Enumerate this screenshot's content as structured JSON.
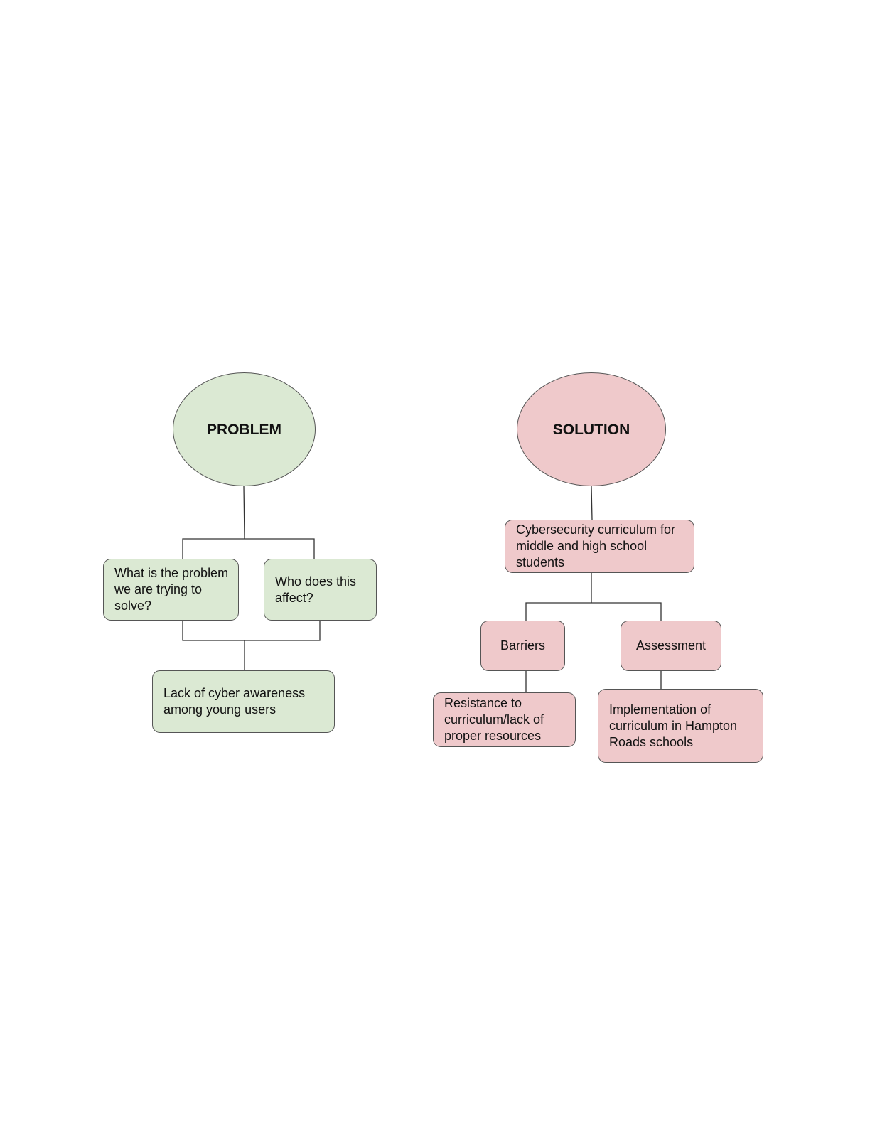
{
  "colors": {
    "problem_fill": "#dbe9d3",
    "solution_fill": "#efc9cb",
    "outline": "#555555",
    "connector": "#333333"
  },
  "problem": {
    "title": "PROBLEM",
    "question_1": "What is the problem we are trying to solve?",
    "question_2": "Who does this affect?",
    "answer": "Lack of cyber awareness among young users"
  },
  "solution": {
    "title": "SOLUTION",
    "main": "Cybersecurity curriculum for middle and high school students",
    "barriers": {
      "label": "Barriers",
      "detail": "Resistance to curriculum/lack of proper resources"
    },
    "assessment": {
      "label": "Assessment",
      "detail": "Implementation of curriculum in Hampton Roads schools"
    }
  }
}
